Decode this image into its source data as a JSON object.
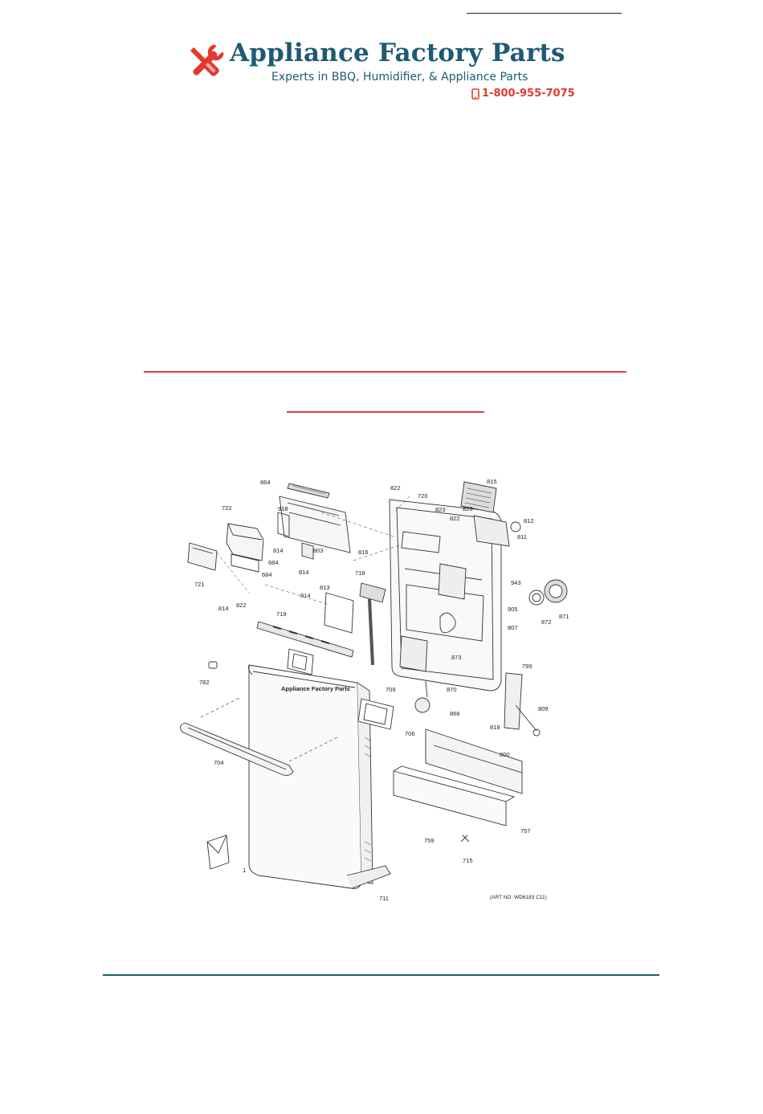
{
  "brand": {
    "name": "Appliance Factory Parts",
    "tagline": "Experts in BBQ, Humidifier, & Appliance Parts",
    "phone": "1-800-955-7075",
    "primary_color": "#1d5a73",
    "accent_color": "#e23a2e",
    "icon": "crossed-wrench-screwdriver-icon"
  },
  "diagram": {
    "watermark": "Appliance Factory Parts",
    "art_number": "(ART NO. WD6183 C11)",
    "part_labels": {
      "p864": "864",
      "p822a": "822",
      "p720": "720",
      "p815": "815",
      "p722": "722",
      "p918": "918",
      "p823a": "823",
      "p822b": "822",
      "p823b": "823",
      "p812": "812",
      "p811": "811",
      "p816": "816",
      "p814a": "814",
      "p803": "803",
      "p721": "721",
      "p684a": "684",
      "p684b": "684",
      "p814b": "814",
      "p718": "718",
      "p943": "943",
      "p813": "813",
      "p814c": "814",
      "p905": "905",
      "p871": "871",
      "p872": "872",
      "p814d": "814",
      "p822c": "822",
      "p807": "807",
      "p719": "719",
      "p873": "873",
      "p799": "799",
      "p782": "782",
      "p709": "709",
      "p870": "870",
      "p866": "866",
      "p809": "809",
      "p818": "818",
      "p706": "706",
      "p800": "800",
      "p704": "704",
      "p757": "757",
      "p759": "759",
      "p715": "715",
      "p1": "1",
      "p711": "711"
    }
  }
}
